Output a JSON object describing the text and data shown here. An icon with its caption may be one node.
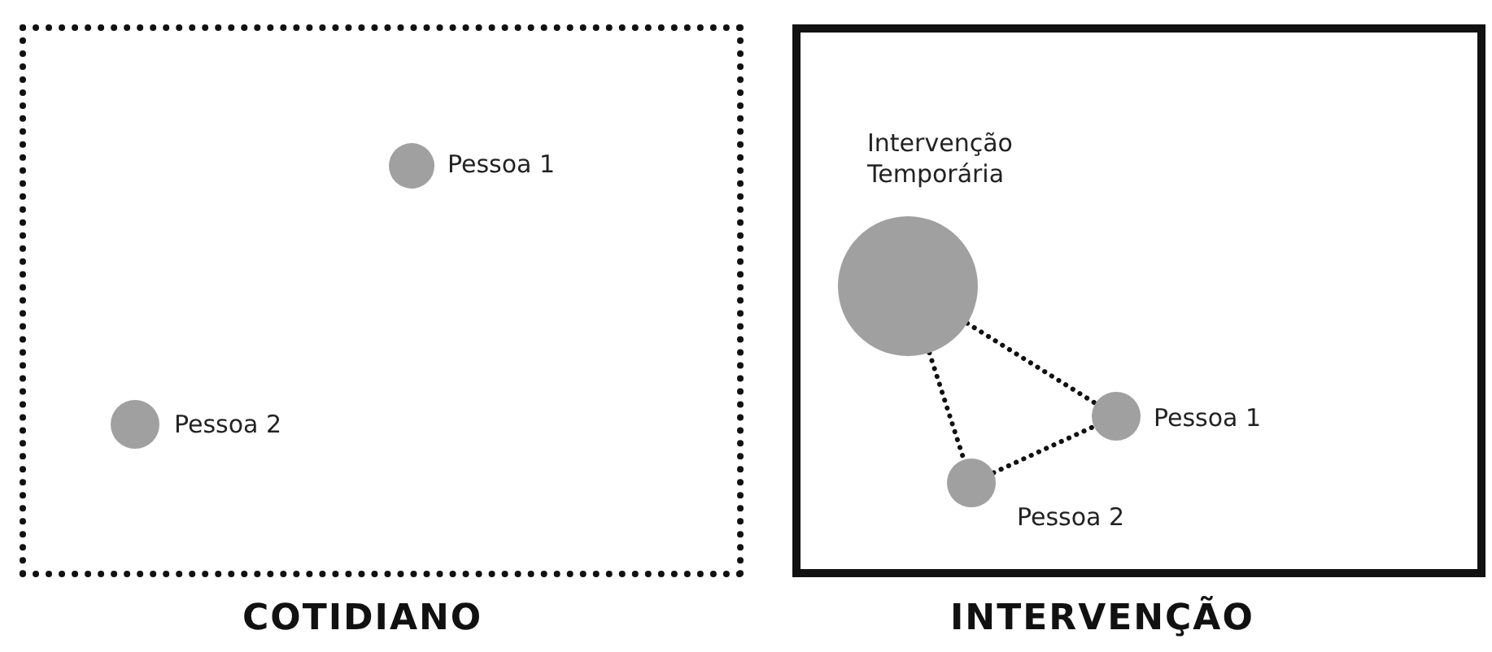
{
  "diagram": {
    "nodes": [
      {
        "text": [
          "COTIDIANO"
        ]
      },
      {
        "text": [],
        "shape": "circle",
        "beside": [
          "Pessoa 1"
        ],
        "in": 0
      },
      {
        "text": [],
        "shape": "circle",
        "beside": [
          "Pessoa 2"
        ],
        "in": 0
      },
      {
        "text": [
          "INTERVENÇÃO"
        ]
      },
      {
        "text": [],
        "shape": "circle",
        "beside": [
          "Intervenção Temporária"
        ],
        "in": 3
      },
      {
        "text": [],
        "shape": "circle",
        "beside": [
          "Pessoa 1"
        ],
        "in": 3
      },
      {
        "text": [],
        "shape": "circle",
        "beside": [
          "Pessoa 2"
        ],
        "in": 3
      }
    ],
    "edges": [
      {
        "from": 4,
        "to": 5,
        "arrow": "none",
        "style": "dashed"
      },
      {
        "from": 4,
        "to": 6,
        "arrow": "none",
        "style": "dashed"
      },
      {
        "from": 6,
        "to": 5,
        "arrow": "none",
        "style": "dashed"
      }
    ]
  }
}
